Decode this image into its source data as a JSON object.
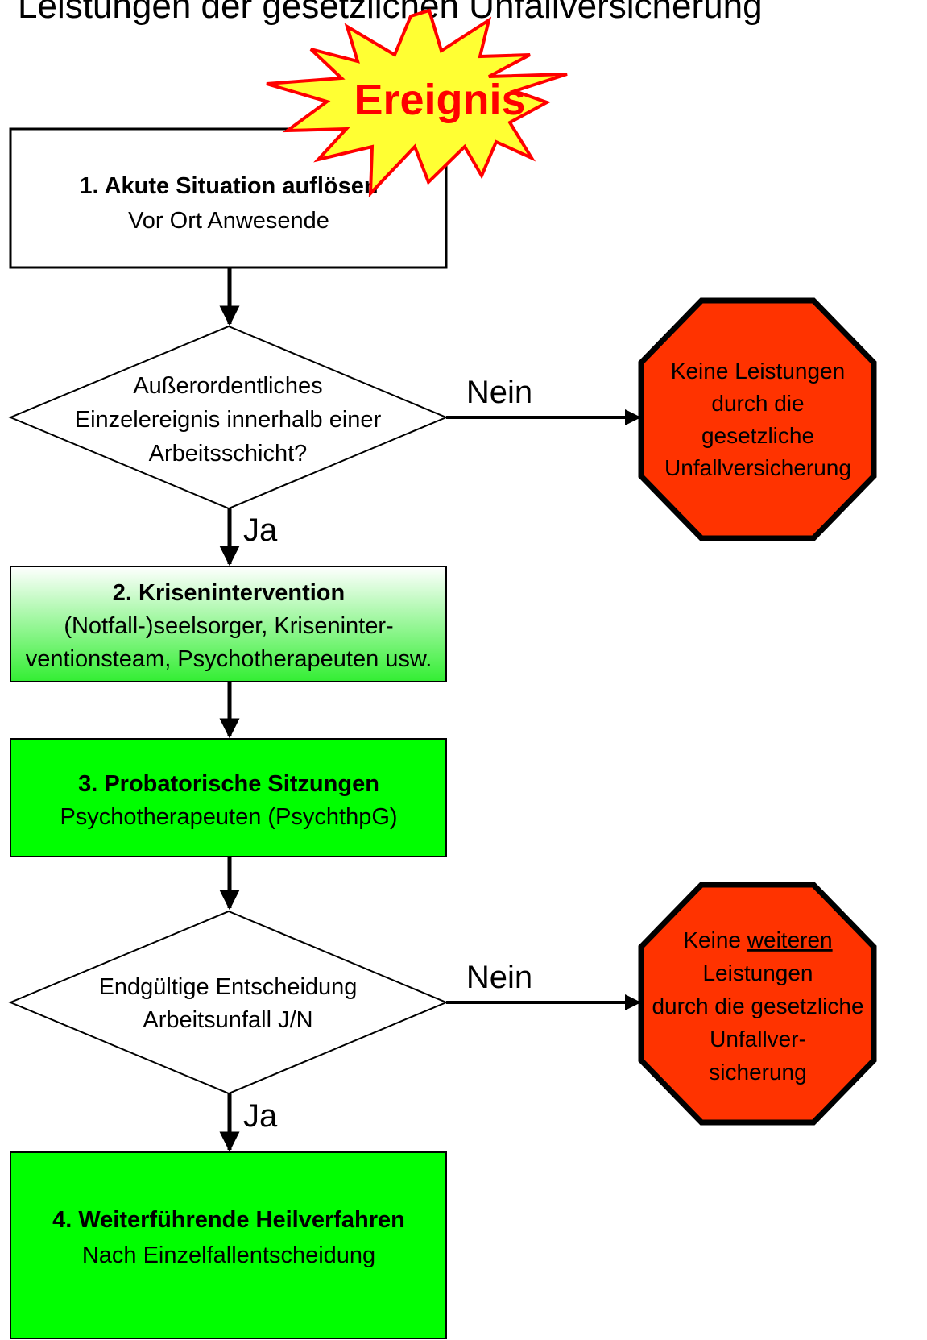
{
  "title": "Leistungen der gesetzlichen Unfallversicherung",
  "event": {
    "label": "Ereignis"
  },
  "colors": {
    "accent_green": "#00ff00",
    "stop_red": "#ff3300",
    "burst_fill": "#ffff33",
    "burst_stroke": "#ff0000"
  },
  "steps": {
    "step1": {
      "heading": "1. Akute Situation auflösen",
      "body": [
        "Vor Ort Anwesende"
      ]
    },
    "step2": {
      "heading": "2. Krisenintervention",
      "body": [
        "(Notfall-)seelsorger, Kriseninter-",
        "ventionsteam, Psychotherapeuten usw."
      ]
    },
    "step3": {
      "heading": "3. Probatorische Sitzungen",
      "body": [
        "Psychotherapeuten (PsychthpG)"
      ]
    },
    "step4": {
      "heading": "4. Weiterführende Heilverfahren",
      "body": [
        "Nach Einzelfallentscheidung"
      ]
    }
  },
  "decisions": {
    "d1": {
      "lines": [
        "Außerordentliches",
        "Einzelereignis innerhalb einer",
        "Arbeitsschicht?"
      ]
    },
    "d2": {
      "lines": [
        "Endgültige Entscheidung",
        "Arbeitsunfall J/N"
      ]
    }
  },
  "edge_labels": {
    "no": "Nein",
    "yes": "Ja"
  },
  "stops": {
    "s1": {
      "lines": [
        "Keine Leistungen",
        "durch die",
        "gesetzliche",
        "Unfallversicherung"
      ]
    },
    "s2": {
      "line1_prefix": "Keine ",
      "line1_underlined": "weiteren",
      "lines": [
        "Leistungen",
        "durch die gesetzliche",
        "Unfallver-",
        "sicherung"
      ]
    }
  }
}
